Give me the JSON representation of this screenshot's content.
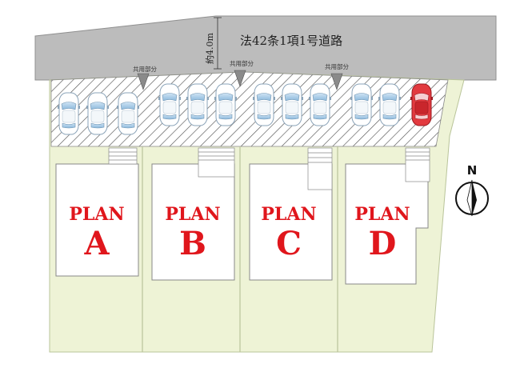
{
  "road": {
    "label": "法42条1項1号道路",
    "width": "約4.0m"
  },
  "shared_label": "共用部分",
  "shared_markers": [
    {
      "label": "共用部分"
    },
    {
      "label": "共用部分"
    },
    {
      "label": "共用部分"
    }
  ],
  "plans": [
    {
      "word": "PLAN",
      "letter": "A"
    },
    {
      "word": "PLAN",
      "letter": "B"
    },
    {
      "word": "PLAN",
      "letter": "C"
    },
    {
      "word": "PLAN",
      "letter": "D"
    }
  ],
  "cars": [
    {
      "color": "white"
    },
    {
      "color": "white"
    },
    {
      "color": "white"
    },
    {
      "color": "white"
    },
    {
      "color": "white"
    },
    {
      "color": "white"
    },
    {
      "color": "white"
    },
    {
      "color": "white"
    },
    {
      "color": "white"
    },
    {
      "color": "white"
    },
    {
      "color": "white"
    },
    {
      "color": "red"
    }
  ],
  "compass": {
    "label": "N"
  },
  "colors": {
    "road": "#bcbcbc",
    "lot": "#eef3d6",
    "lot_border": "#b9c49a",
    "hatch": "#555555",
    "plan_text": "#e0161c",
    "car_red": "#e23a3f"
  }
}
